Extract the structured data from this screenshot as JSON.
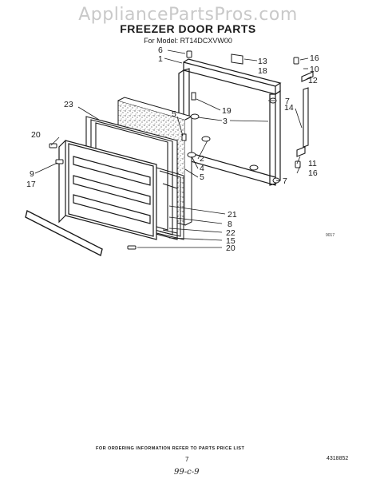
{
  "watermark": "AppliancePartsPros.com",
  "title": "FREEZER DOOR PARTS",
  "model_line": "For Model: RT14DCXVW00",
  "callouts": [
    "6",
    "1",
    "13",
    "18",
    "16",
    "10",
    "12",
    "7",
    "19",
    "14",
    "23",
    "5",
    "3",
    "20",
    "2",
    "4",
    "5",
    "11",
    "16",
    "7",
    "9",
    "17",
    "21",
    "8",
    "22",
    "15",
    "20"
  ],
  "diagram_code": "9017",
  "footer": {
    "order_info": "FOR ORDERING INFORMATION REFER TO PARTS PRICE LIST",
    "page": "7",
    "part_number": "4318852",
    "date_note": "99-c-9"
  }
}
